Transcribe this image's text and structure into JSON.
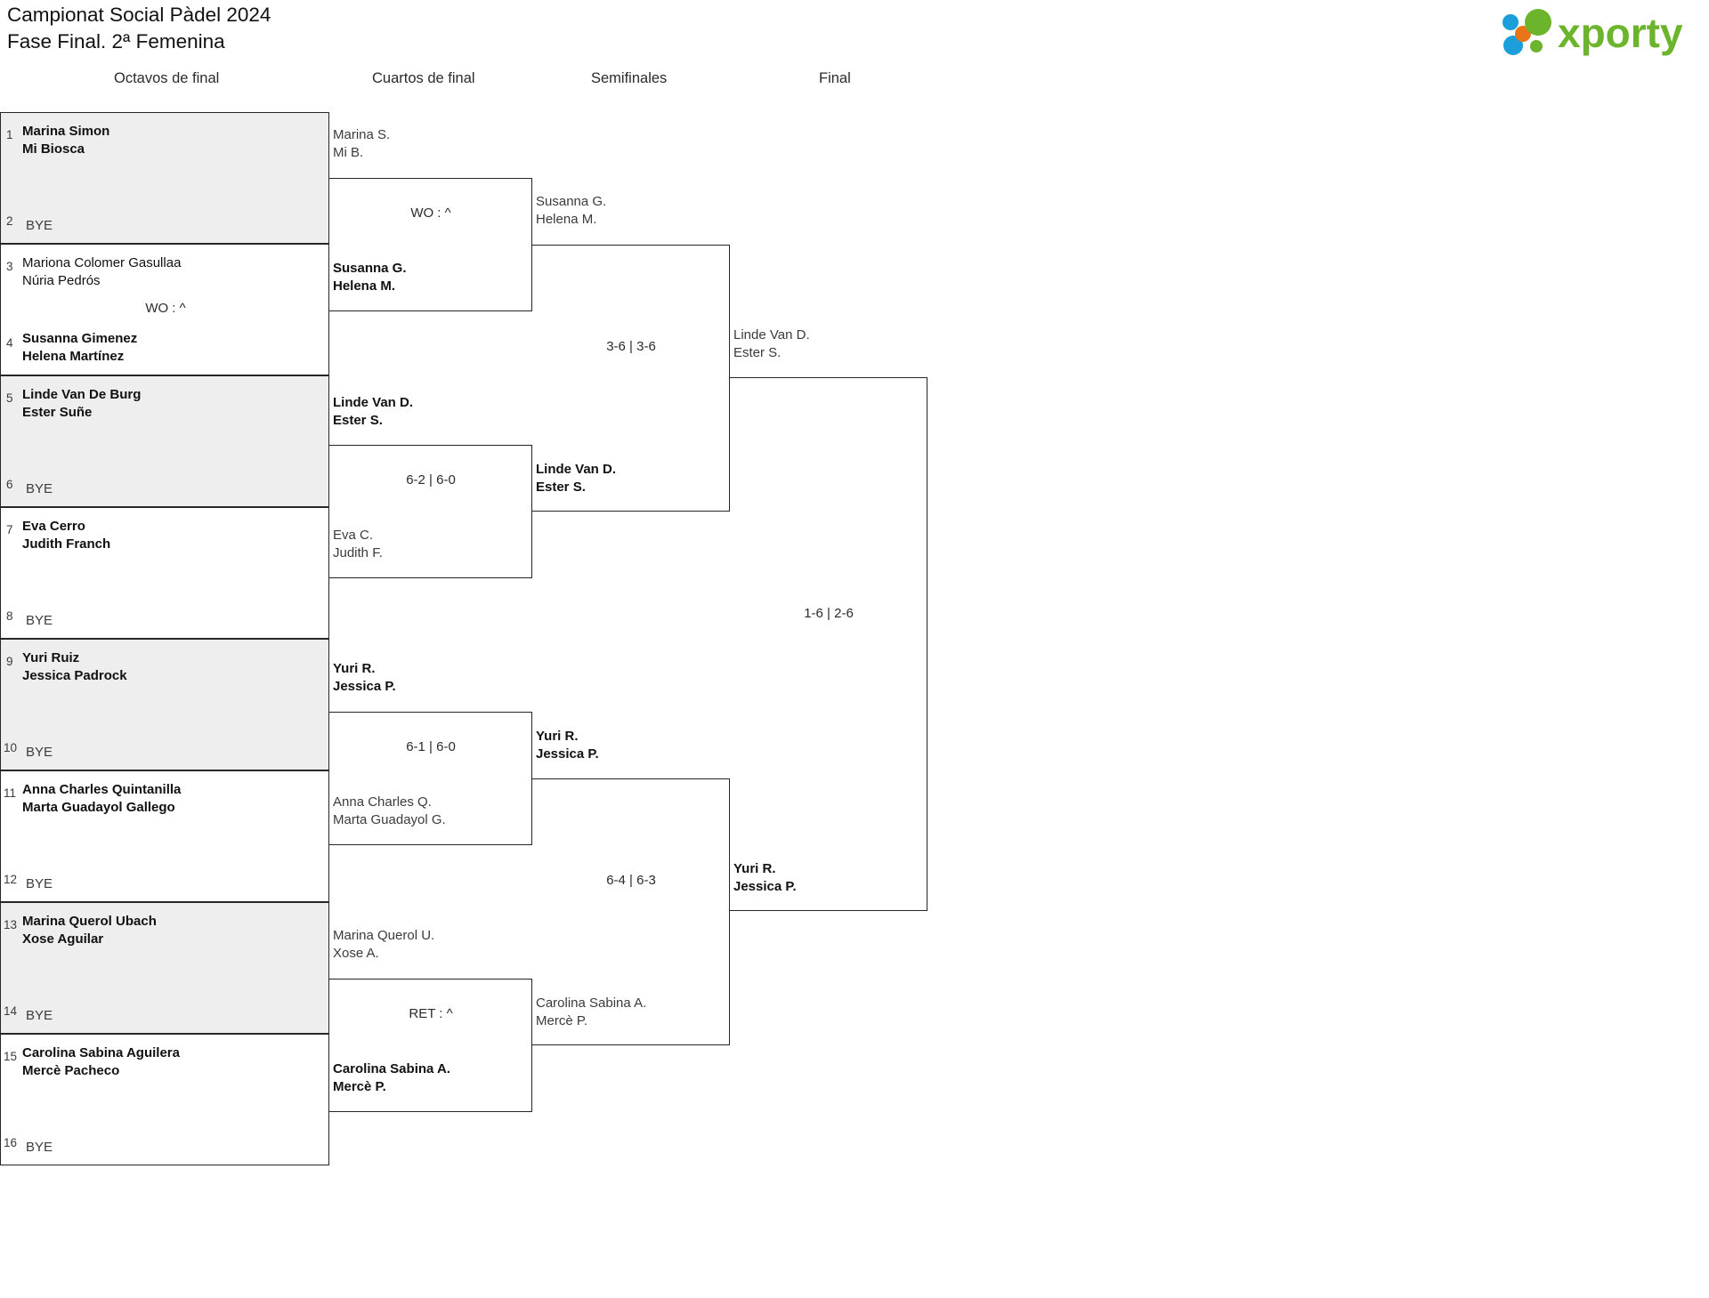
{
  "header": {
    "title_line1": "Campionat Social Pàdel 2024",
    "title_line2": "Fase Final. 2ª Femenina",
    "logo_text": "xporty",
    "logo_colors": {
      "green": "#6cb42c",
      "blue": "#1a9fda",
      "orange": "#e8751a"
    }
  },
  "rounds": [
    {
      "label": "Octavos de final"
    },
    {
      "label": "Cuartos de final"
    },
    {
      "label": "Semifinales"
    },
    {
      "label": "Final"
    }
  ],
  "round1": [
    {
      "seed": "1",
      "p1": "Marina Simon",
      "p2": "Mi Biosca",
      "winner": true,
      "opp_seed": "2",
      "opp": "BYE",
      "score": ""
    },
    {
      "seed": "3",
      "p1": "Mariona Colomer Gasullaa",
      "p2": "Núria Pedrós",
      "winner": false,
      "opp_seed": "4",
      "opp": "",
      "score": "WO : ^",
      "o1": "Susanna Gimenez",
      "o2": "Helena Martínez",
      "opp_winner": true
    },
    {
      "seed": "5",
      "p1": "Linde Van De Burg",
      "p2": "Ester Suñe",
      "winner": true,
      "opp_seed": "6",
      "opp": "BYE",
      "score": ""
    },
    {
      "seed": "7",
      "p1": "Eva Cerro",
      "p2": "Judith Franch",
      "winner": true,
      "opp_seed": "8",
      "opp": "BYE",
      "score": ""
    },
    {
      "seed": "9",
      "p1": "Yuri Ruiz",
      "p2": "Jessica Padrock",
      "winner": true,
      "opp_seed": "10",
      "opp": "BYE",
      "score": ""
    },
    {
      "seed": "11",
      "p1": "Anna Charles Quintanilla",
      "p2": "Marta Guadayol Gallego",
      "winner": true,
      "opp_seed": "12",
      "opp": "BYE",
      "score": ""
    },
    {
      "seed": "13",
      "p1": "Marina Querol Ubach",
      "p2": "Xose Aguilar",
      "winner": true,
      "opp_seed": "14",
      "opp": "BYE",
      "score": ""
    },
    {
      "seed": "15",
      "p1": "Carolina Sabina Aguilera",
      "p2": "Mercè Pacheco",
      "winner": true,
      "opp_seed": "16",
      "opp": "BYE",
      "score": ""
    }
  ],
  "round2": [
    {
      "top_p1": "Marina S.",
      "top_p2": "Mi B.",
      "top_win": false,
      "bot_p1": "Susanna G.",
      "bot_p2": "Helena M.",
      "bot_win": true,
      "score": "WO : ^"
    },
    {
      "top_p1": "Linde Van D.",
      "top_p2": "Ester S.",
      "top_win": true,
      "bot_p1": "Eva C.",
      "bot_p2": "Judith F.",
      "bot_win": false,
      "score": "6-2 | 6-0"
    },
    {
      "top_p1": "Yuri R.",
      "top_p2": "Jessica P.",
      "top_win": true,
      "bot_p1": "Anna Charles Q.",
      "bot_p2": "Marta Guadayol G.",
      "bot_win": false,
      "score": "6-1 | 6-0"
    },
    {
      "top_p1": "Marina Querol U.",
      "top_p2": "Xose A.",
      "top_win": false,
      "bot_p1": "Carolina Sabina A.",
      "bot_p2": "Mercè P.",
      "bot_win": true,
      "score": "RET : ^"
    }
  ],
  "round3": [
    {
      "top_p1": "Susanna G.",
      "top_p2": "Helena M.",
      "top_win": false,
      "bot_p1": "Linde Van D.",
      "bot_p2": "Ester S.",
      "bot_win": true,
      "score": "3-6 | 3-6"
    },
    {
      "top_p1": "Yuri R.",
      "top_p2": "Jessica P.",
      "top_win": true,
      "bot_p1": "Carolina Sabina A.",
      "bot_p2": "Mercè P.",
      "bot_win": false,
      "score": "6-4 | 6-3"
    }
  ],
  "round4": {
    "top_p1": "Linde Van D.",
    "top_p2": "Ester S.",
    "top_win": false,
    "bot_p1": "Yuri R.",
    "bot_p2": "Jessica P.",
    "bot_win": true,
    "score": "1-6 | 2-6"
  }
}
